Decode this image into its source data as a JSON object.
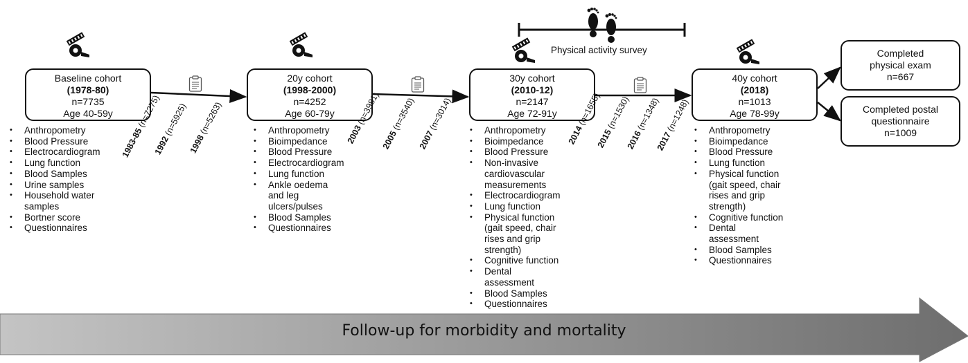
{
  "cohorts": [
    {
      "name": "Baseline cohort",
      "years": "(1978-80)",
      "n": "n=7735",
      "age": "Age 40-59y",
      "measurements": [
        "Anthropometry",
        "Blood Pressure",
        "Electrocardiogram",
        "Lung function",
        "Blood Samples",
        "Urine samples",
        "Household water",
        "samples",
        "Bortner score",
        "Questionnaires"
      ],
      "bullets": [
        1,
        1,
        1,
        1,
        1,
        1,
        1,
        0,
        1,
        1
      ]
    },
    {
      "name": "20y cohort",
      "years": "(1998-2000)",
      "n": "n=4252",
      "age": "Age 60-79y",
      "measurements": [
        "Anthropometry",
        "Bioimpedance",
        "Blood Pressure",
        "Electrocardiogram",
        "Lung function",
        "Ankle oedema",
        "and leg",
        "ulcers/pulses",
        "Blood Samples",
        "Questionnaires"
      ],
      "bullets": [
        1,
        1,
        1,
        1,
        1,
        1,
        0,
        0,
        1,
        1
      ]
    },
    {
      "name": "30y cohort",
      "years": "(2010-12)",
      "n": "n=2147",
      "age": "Age 72-91y",
      "measurements": [
        "Anthropometry",
        "Bioimpedance",
        "Blood Pressure",
        "Non-invasive",
        "cardiovascular",
        "measurements",
        "Electrocardiogram",
        "Lung function",
        "Physical function",
        "(gait speed, chair",
        "rises and grip",
        "strength)",
        "Cognitive function",
        "Dental",
        "assessment",
        "Blood Samples",
        "Questionnaires"
      ],
      "bullets": [
        1,
        1,
        1,
        1,
        0,
        0,
        1,
        1,
        1,
        0,
        0,
        0,
        1,
        1,
        0,
        1,
        1
      ]
    },
    {
      "name": "40y cohort",
      "years": "(2018)",
      "n": "n=1013",
      "age": "Age 78-99y",
      "measurements": [
        "Anthropometry",
        "Bioimpedance",
        "Blood Pressure",
        "Lung function",
        "Physical function",
        "(gait speed, chair",
        "rises and grip",
        "strength)",
        "Cognitive function",
        "Dental",
        "assessment",
        "Blood Samples",
        "Questionnaires"
      ],
      "bullets": [
        1,
        1,
        1,
        1,
        1,
        0,
        0,
        0,
        1,
        1,
        0,
        1,
        1
      ]
    }
  ],
  "followups": [
    [
      {
        "year": "1983-85",
        "n": "(n=7275)"
      },
      {
        "year": "1992",
        "n": "(n=5925)"
      },
      {
        "year": "1998",
        "n": "(n=5263)"
      }
    ],
    [
      {
        "year": "2003",
        "n": "(n=3981)"
      },
      {
        "year": "2005",
        "n": "(n=3540)"
      },
      {
        "year": "2007",
        "n": "(n=3014)"
      }
    ],
    [
      {
        "year": "2014",
        "n": "(n=1655)"
      },
      {
        "year": "2015",
        "n": "(n=1530)"
      },
      {
        "year": "2016",
        "n": "(n=1348)"
      },
      {
        "year": "2017",
        "n": "(n=1248)"
      }
    ]
  ],
  "outcomes": [
    {
      "lines": [
        "Completed",
        "physical exam",
        "n=667"
      ]
    },
    {
      "lines": [
        "Completed postal",
        "questionnaire",
        "n=1009"
      ]
    }
  ],
  "physical_activity_label": "Physical activity survey",
  "bottom_arrow_text": "Follow-up for morbidity and mortality",
  "colors": {
    "arrow_gradient_start": "#c4c4c4",
    "arrow_gradient_end": "#6e6e6e",
    "line": "#111111"
  },
  "icons": [
    "tape-measure-icon",
    "clipboard-icon",
    "footprints-icon"
  ]
}
